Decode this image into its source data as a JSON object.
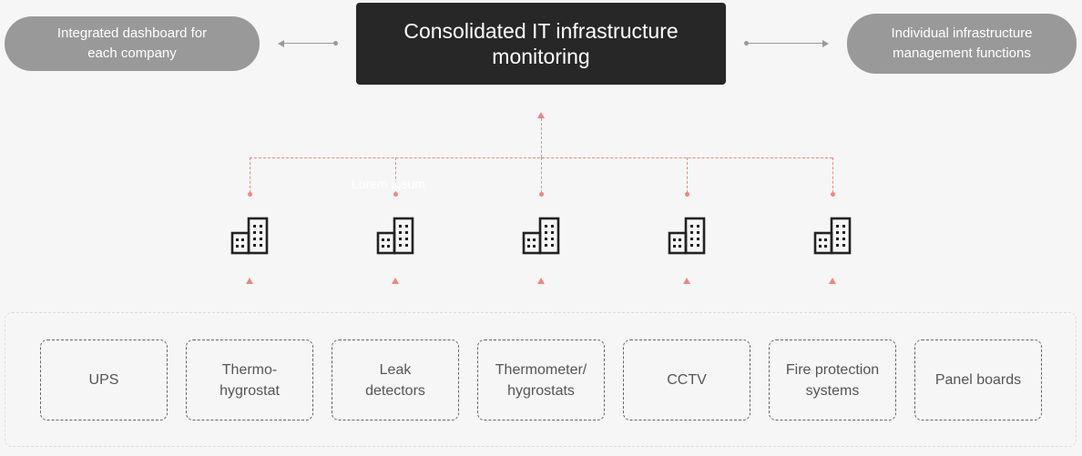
{
  "header": {
    "left_pill": "Integrated dashboard for\neach company",
    "center_title": "Consolidated IT infrastructure\nmonitoring",
    "right_pill": "Individual infrastructure\nmanagement functions"
  },
  "overlay_text": "Lorem ipsum",
  "icons": [
    "building-icon",
    "building-icon",
    "building-icon",
    "building-icon",
    "building-icon"
  ],
  "devices": [
    "UPS",
    "Thermo-\nhygrostat",
    "Leak\ndetectors",
    "Thermometer/\nhygrostats",
    "CCTV",
    "Fire protection\nsystems",
    "Panel boards"
  ],
  "colors": {
    "accent": "#f0867d",
    "dark_box": "#272727",
    "pill": "#999999",
    "background": "#f6f6f6"
  }
}
